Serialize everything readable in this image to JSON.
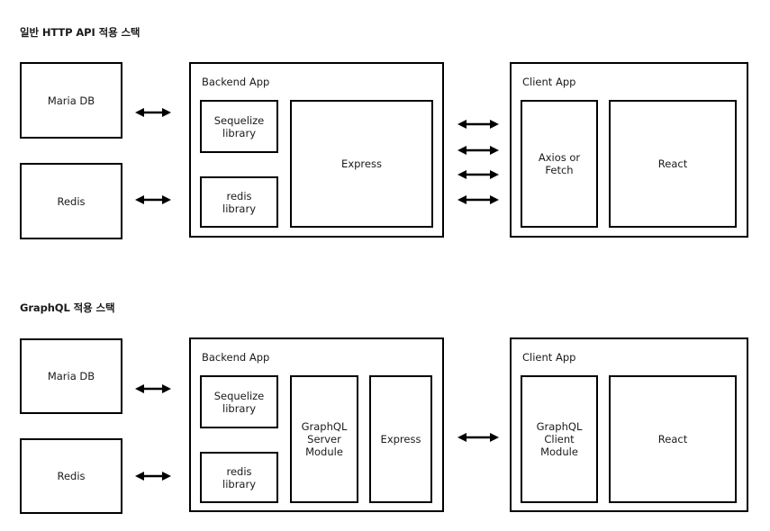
{
  "diagram": {
    "title_absent": true,
    "stroke_color": "#000000",
    "text_color": "#1a1a1a",
    "background": "#ffffff"
  },
  "sections": [
    {
      "id": "http-stack",
      "title": "일반 HTTP API 적용 스택",
      "datastores": [
        {
          "id": "maria-db",
          "label": "Maria DB"
        },
        {
          "id": "redis",
          "label": "Redis"
        }
      ],
      "backend": {
        "title": "Backend App",
        "modules": [
          {
            "id": "sequelize-library",
            "label": "Sequelize\nlibrary"
          },
          {
            "id": "redis-library",
            "label": "redis\nlibrary"
          },
          {
            "id": "express",
            "label": "Express"
          }
        ]
      },
      "client": {
        "title": "Client App",
        "modules": [
          {
            "id": "axios-or-fetch",
            "label": "Axios or\nFetch"
          },
          {
            "id": "react",
            "label": "React"
          }
        ]
      },
      "db_arrows": 2,
      "network_arrows": 4
    },
    {
      "id": "graphql-stack",
      "title": "GraphQL 적용 스택",
      "datastores": [
        {
          "id": "maria-db",
          "label": "Maria DB"
        },
        {
          "id": "redis",
          "label": "Redis"
        }
      ],
      "backend": {
        "title": "Backend App",
        "modules": [
          {
            "id": "sequelize-library",
            "label": "Sequelize\nlibrary"
          },
          {
            "id": "redis-library",
            "label": "redis\nlibrary"
          },
          {
            "id": "graphql-server-module",
            "label": "GraphQL\nServer\nModule"
          },
          {
            "id": "express",
            "label": "Express"
          }
        ]
      },
      "client": {
        "title": "Client App",
        "modules": [
          {
            "id": "graphql-client-module",
            "label": "GraphQL\nClient\nModule"
          },
          {
            "id": "react",
            "label": "React"
          }
        ]
      },
      "db_arrows": 2,
      "network_arrows": 1
    }
  ]
}
